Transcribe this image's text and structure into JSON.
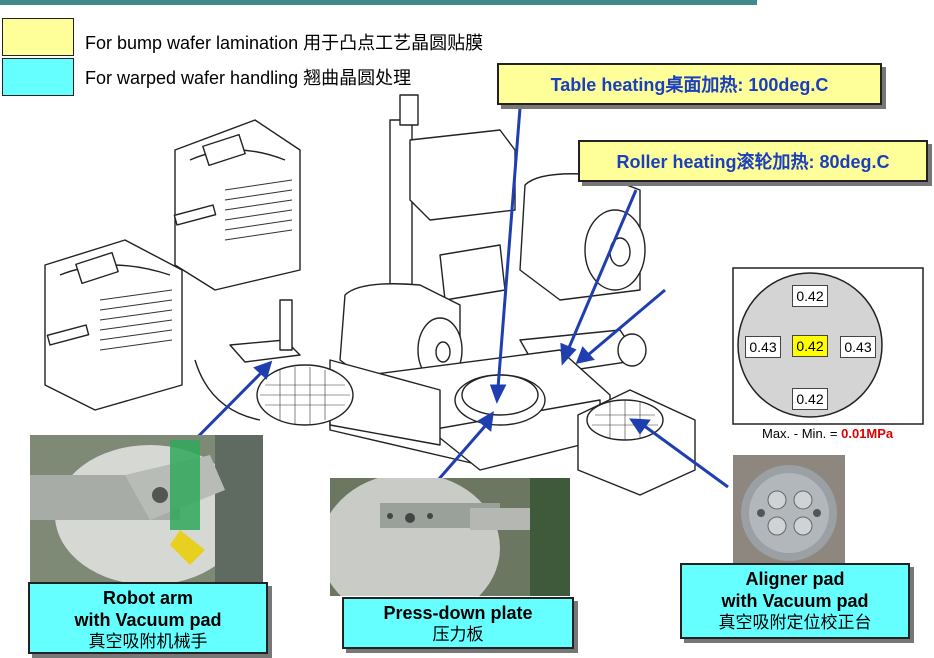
{
  "legend": [
    {
      "text": "For bump wafer lamination 用于凸点工艺晶圆贴膜",
      "color": "#ffff99"
    },
    {
      "text": "For warped wafer handling 翘曲晶圆处理",
      "color": "#66ffff"
    }
  ],
  "callouts": {
    "table_heating": "Table heating桌面加热: 100deg.C",
    "roller_heating": "Roller heating滚轮加热: 80deg.C"
  },
  "pressure_map": {
    "top": "0.42",
    "left": "0.43",
    "center": "0.42",
    "right": "0.43",
    "bottom": "0.42",
    "max_min_label": "Max. - Min. = ",
    "max_min_value": "0.01MPa",
    "highlight_color": "#ffff00"
  },
  "labels": {
    "robot_arm": {
      "line1": "Robot arm",
      "line2": "with Vacuum pad",
      "zh": "真空吸附机械手"
    },
    "press_down": {
      "line1": "Press-down plate",
      "zh": "压力板"
    },
    "aligner": {
      "line1": "Aligner pad",
      "line2": "with Vacuum pad",
      "zh": "真空吸附定位校正台"
    }
  },
  "colors": {
    "accent_bar": "#3f8a8c",
    "callout_bg": "#ffff99",
    "label_bg": "#66ffff",
    "arrow": "#1f3fb0"
  }
}
